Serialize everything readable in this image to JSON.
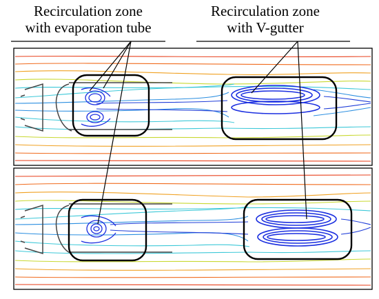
{
  "labels": {
    "left": {
      "line1": "Recirculation zone",
      "line2": "with evaporation tube"
    },
    "right": {
      "line1": "Recirculation zone",
      "line2": "with V-gutter"
    }
  },
  "colors": {
    "frame": "#000000",
    "outer_stream": "#e8401c",
    "mid_stream": "#f0a020",
    "inner_stream": "#3cc8d8",
    "core_stream": "#1e3cd8",
    "vortex": "#1a2ee0"
  },
  "panels": [
    "top-panel",
    "bottom-panel"
  ]
}
